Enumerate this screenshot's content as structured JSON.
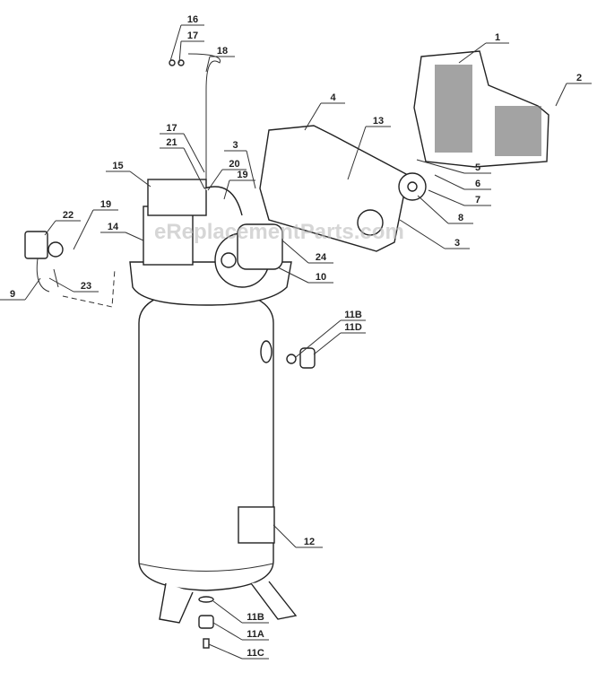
{
  "watermark": "eReplacementParts.com",
  "callouts": [
    {
      "id": "c16",
      "label": "16"
    },
    {
      "id": "c17a",
      "label": "17"
    },
    {
      "id": "c18",
      "label": "18"
    },
    {
      "id": "c17b",
      "label": "17"
    },
    {
      "id": "c21",
      "label": "21"
    },
    {
      "id": "c15",
      "label": "15"
    },
    {
      "id": "c20",
      "label": "20"
    },
    {
      "id": "c19a",
      "label": "19"
    },
    {
      "id": "c3a",
      "label": "3"
    },
    {
      "id": "c4",
      "label": "4"
    },
    {
      "id": "c13",
      "label": "13"
    },
    {
      "id": "c1",
      "label": "1"
    },
    {
      "id": "c2",
      "label": "2"
    },
    {
      "id": "c5",
      "label": "5"
    },
    {
      "id": "c6",
      "label": "6"
    },
    {
      "id": "c7",
      "label": "7"
    },
    {
      "id": "c8",
      "label": "8"
    },
    {
      "id": "c3b",
      "label": "3"
    },
    {
      "id": "c24",
      "label": "24"
    },
    {
      "id": "c10",
      "label": "10"
    },
    {
      "id": "c22",
      "label": "22"
    },
    {
      "id": "c19b",
      "label": "19"
    },
    {
      "id": "c14",
      "label": "14"
    },
    {
      "id": "c9",
      "label": "9"
    },
    {
      "id": "c23",
      "label": "23"
    },
    {
      "id": "c11Ba",
      "label": "11B"
    },
    {
      "id": "c11D",
      "label": "11D"
    },
    {
      "id": "c12",
      "label": "12"
    },
    {
      "id": "c11Bb",
      "label": "11B"
    },
    {
      "id": "c11A",
      "label": "11A"
    },
    {
      "id": "c11C",
      "label": "11C"
    }
  ]
}
